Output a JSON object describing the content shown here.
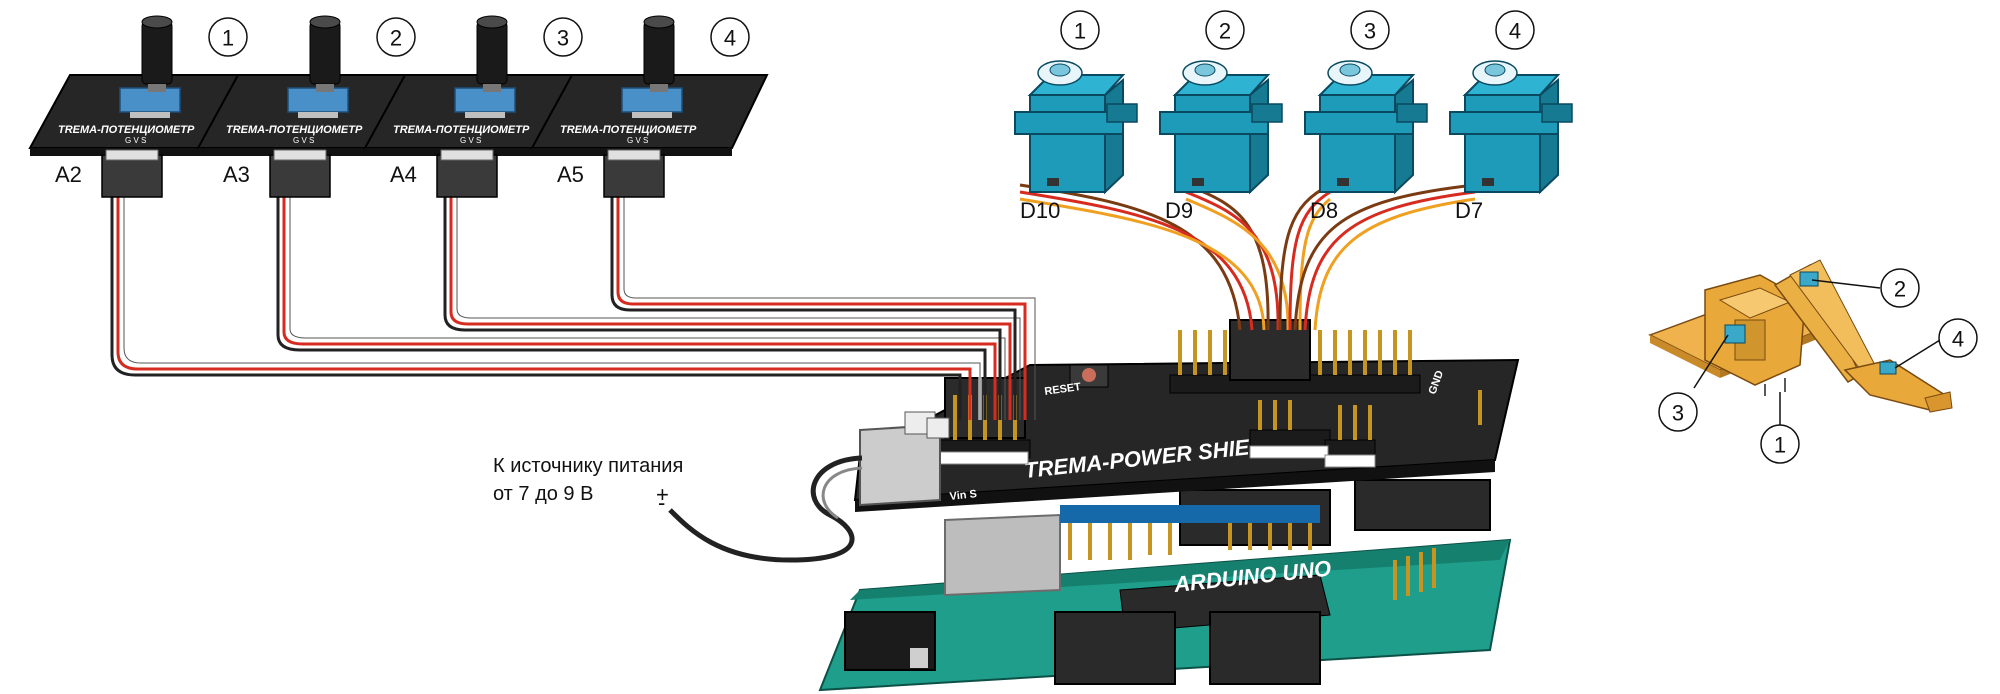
{
  "potentiometers": [
    {
      "number": "1",
      "pin": "A2",
      "board_label": "TREMA-ПОТЕНЦИОМЕТР",
      "pins": "G V S"
    },
    {
      "number": "2",
      "pin": "A3",
      "board_label": "TREMA-ПОТЕНЦИОМЕТР",
      "pins": "G V S"
    },
    {
      "number": "3",
      "pin": "A4",
      "board_label": "TREMA-ПОТЕНЦИОМЕТР",
      "pins": "G V S"
    },
    {
      "number": "4",
      "pin": "A5",
      "board_label": "TREMA-ПОТЕНЦИОМЕТР",
      "pins": "G V S"
    }
  ],
  "servos": [
    {
      "number": "1",
      "pin": "D10"
    },
    {
      "number": "2",
      "pin": "D9"
    },
    {
      "number": "3",
      "pin": "D8"
    },
    {
      "number": "4",
      "pin": "D7"
    }
  ],
  "shield": {
    "label": "TREMA-POWER SHIELD",
    "reset": "RESET",
    "vin": "Vin S",
    "gnd": "GND"
  },
  "arduino": {
    "label": "ARDUINO UNO"
  },
  "power": {
    "line1": "К источнику питания",
    "line2": "от 7 до 9 В",
    "plus": "+",
    "minus": "-"
  },
  "arm_callouts": [
    "1",
    "2",
    "3",
    "4"
  ],
  "colors": {
    "pcb": "#2b2b2b",
    "arduino": "#1f9e8c",
    "servo": "#1e9bb8",
    "pot_blue": "#4a90c8",
    "wire_red": "#d62b1e",
    "wire_orange": "#f0a020",
    "wire_brown": "#7a3b12",
    "arm": "#e8a93a"
  }
}
